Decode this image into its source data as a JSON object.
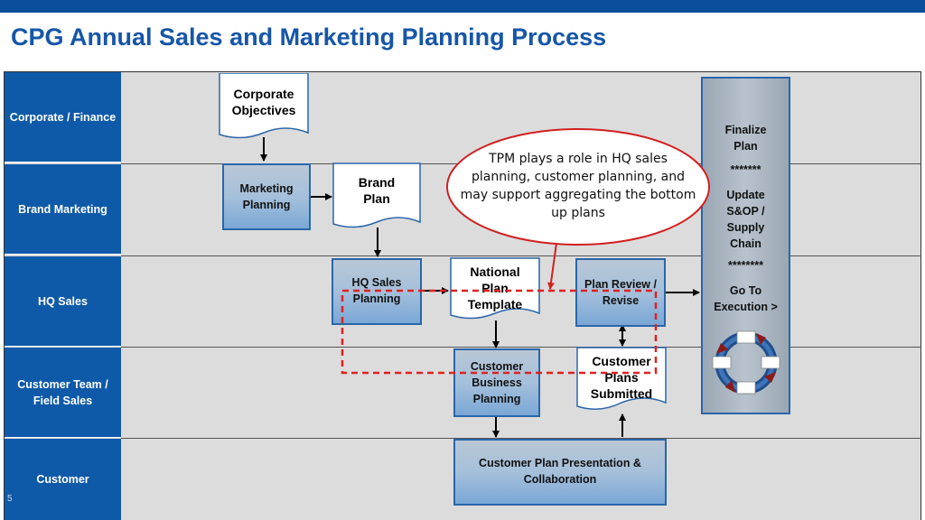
{
  "title": "CPG Annual Sales and Marketing Planning Process",
  "lanes": [
    {
      "label": "Corporate / Finance"
    },
    {
      "label": "Brand Marketing"
    },
    {
      "label": "HQ Sales"
    },
    {
      "label": "Customer Team / Field Sales"
    },
    {
      "label": "Customer"
    }
  ],
  "docs": {
    "corporate_objectives": "Corporate Objectives",
    "brand_plan": "Brand Plan",
    "national_plan_template": "National Plan Template",
    "customer_plans_submitted": "Customer Plans Submitted"
  },
  "processes": {
    "marketing_planning": "Marketing Planning",
    "hq_sales_planning": "HQ Sales Planning",
    "plan_review": "Plan Review / Revise",
    "customer_business_planning": "Customer Business Planning",
    "customer_plan_presentation": "Customer Plan Presentation & Collaboration"
  },
  "final_column": {
    "finalize": "Finalize Plan",
    "sep1": "*******",
    "update": "Update S&OP / Supply Chain",
    "sep2": "********",
    "go_to": "Go To Execution >"
  },
  "callout": "TPM plays a role in HQ sales planning, customer planning, and may support aggregating the bottom up plans",
  "page_number": "5",
  "colors": {
    "lane_blue": "#0f5aa8",
    "title_blue": "#1656a8",
    "callout_red": "#d21f1f",
    "dashed_red": "#e02020"
  }
}
